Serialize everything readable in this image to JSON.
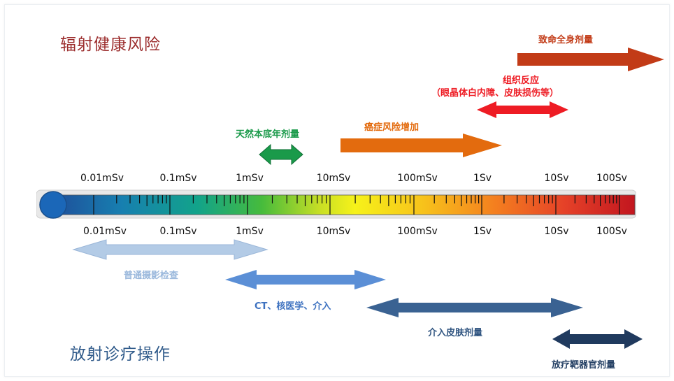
{
  "headings": {
    "risk": "辐射健康风险",
    "ops": "放射诊疗操作"
  },
  "risk_labels": {
    "lethal": "致命全身剂量",
    "tissue_line1": "组织反应",
    "tissue_line2": "（眼晶体白内障、皮肤损伤等）",
    "cancer": "癌症风险增加",
    "natural": "天然本底年剂量"
  },
  "op_labels": {
    "radiography": "普通摄影检查",
    "ct": "CT、核医学、介入",
    "interventional": "介入皮肤剂量",
    "radiotherapy": "放疗靶器官剂量"
  },
  "scale": {
    "top_ticks": [
      "0.01mSv",
      "0.1mSv",
      "1mSv",
      "10mSv",
      "100mSv",
      "1Sv",
      "10Sv",
      "100Sv"
    ],
    "bottom_ticks": [
      "0.01mSv",
      "0.1mSv",
      "1mSv",
      "10mSv",
      "100mSv",
      "1Sv",
      "10Sv",
      "100Sv"
    ]
  },
  "colors": {
    "heading": "#9b2c2c",
    "ops_heading": "#2f5a8a",
    "lethal": "#c23b17",
    "tissue": "#ee1c24",
    "cancer": "#e36b0e",
    "natural": "#1a9a4a",
    "radiography": "#b3cbe6",
    "ct": "#5b8fd6",
    "interventional": "#3a6292",
    "radiotherapy": "#203a5e"
  }
}
